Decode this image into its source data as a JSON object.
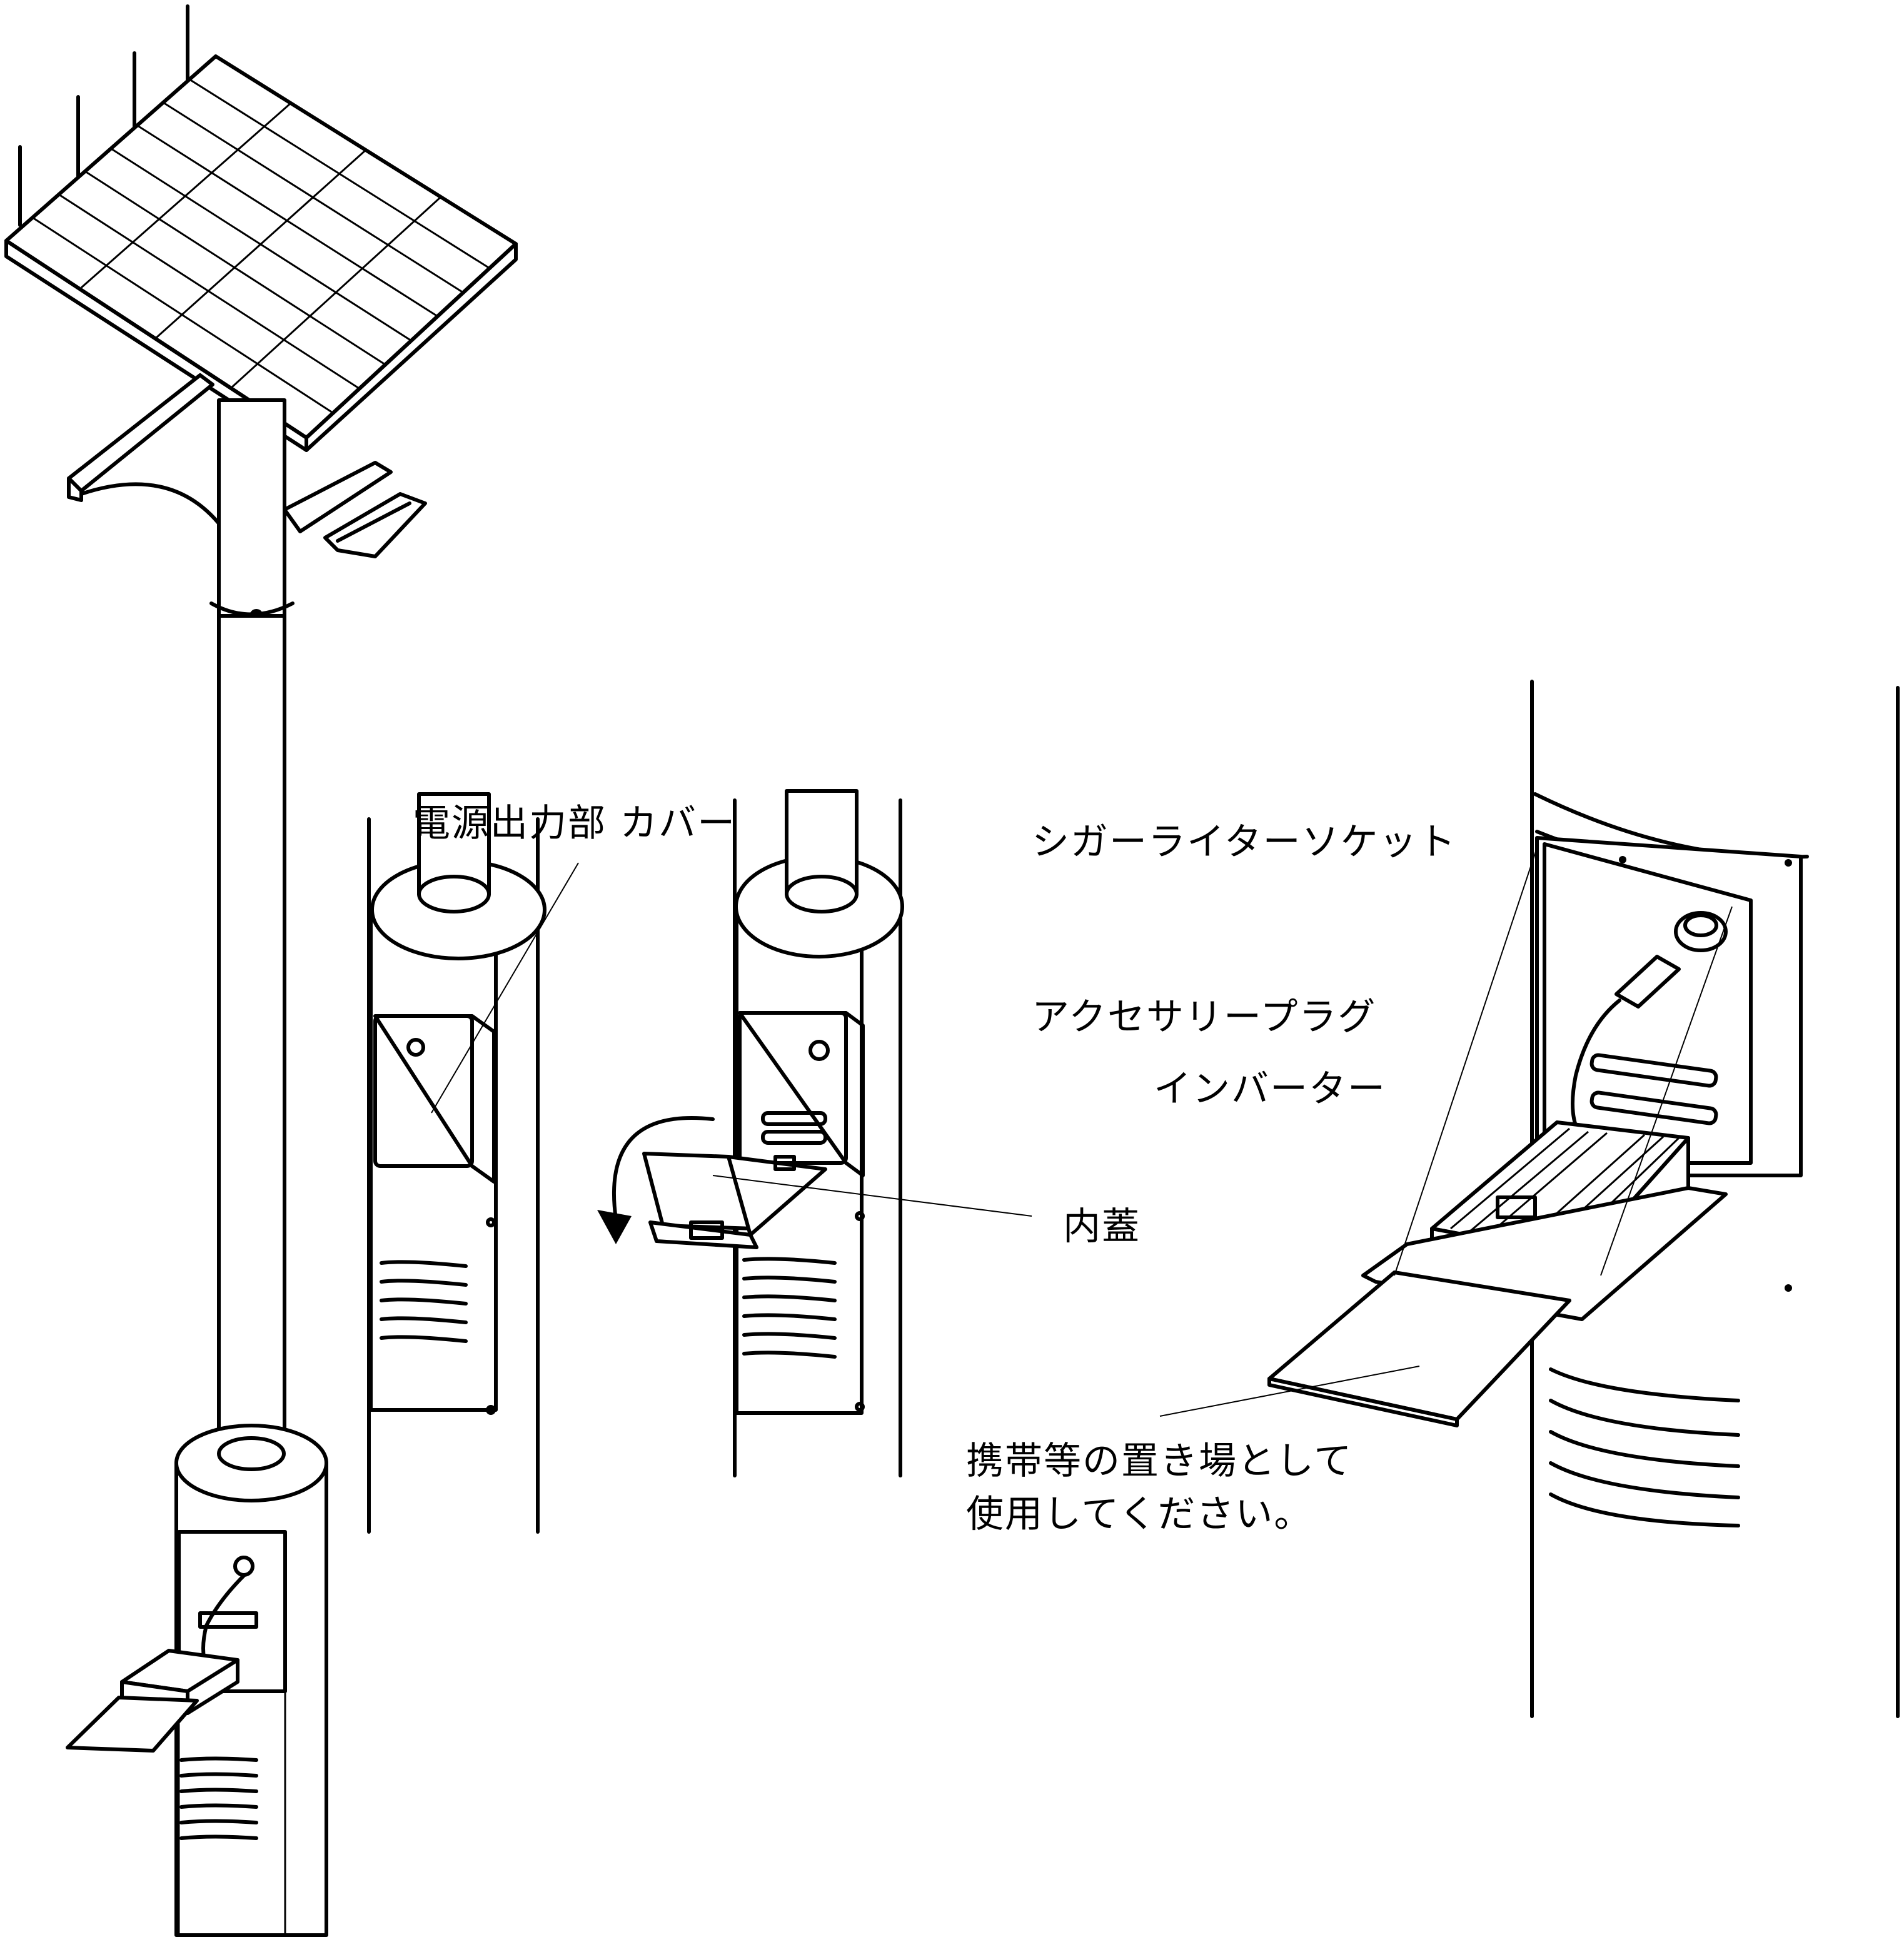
{
  "labels": {
    "power_output_cover": "電源出力部 カバー",
    "inner_lid": "内蓋",
    "cigarette_socket": "シガーライターソケット",
    "accessory_plug": "アクセサリープラグ",
    "inverter": "インバーター",
    "phone_shelf_line1": "携帯等の置き場として",
    "phone_shelf_line2": "使用してください。"
  },
  "colors": {
    "ink": "#000000",
    "paper": "#ffffff"
  }
}
